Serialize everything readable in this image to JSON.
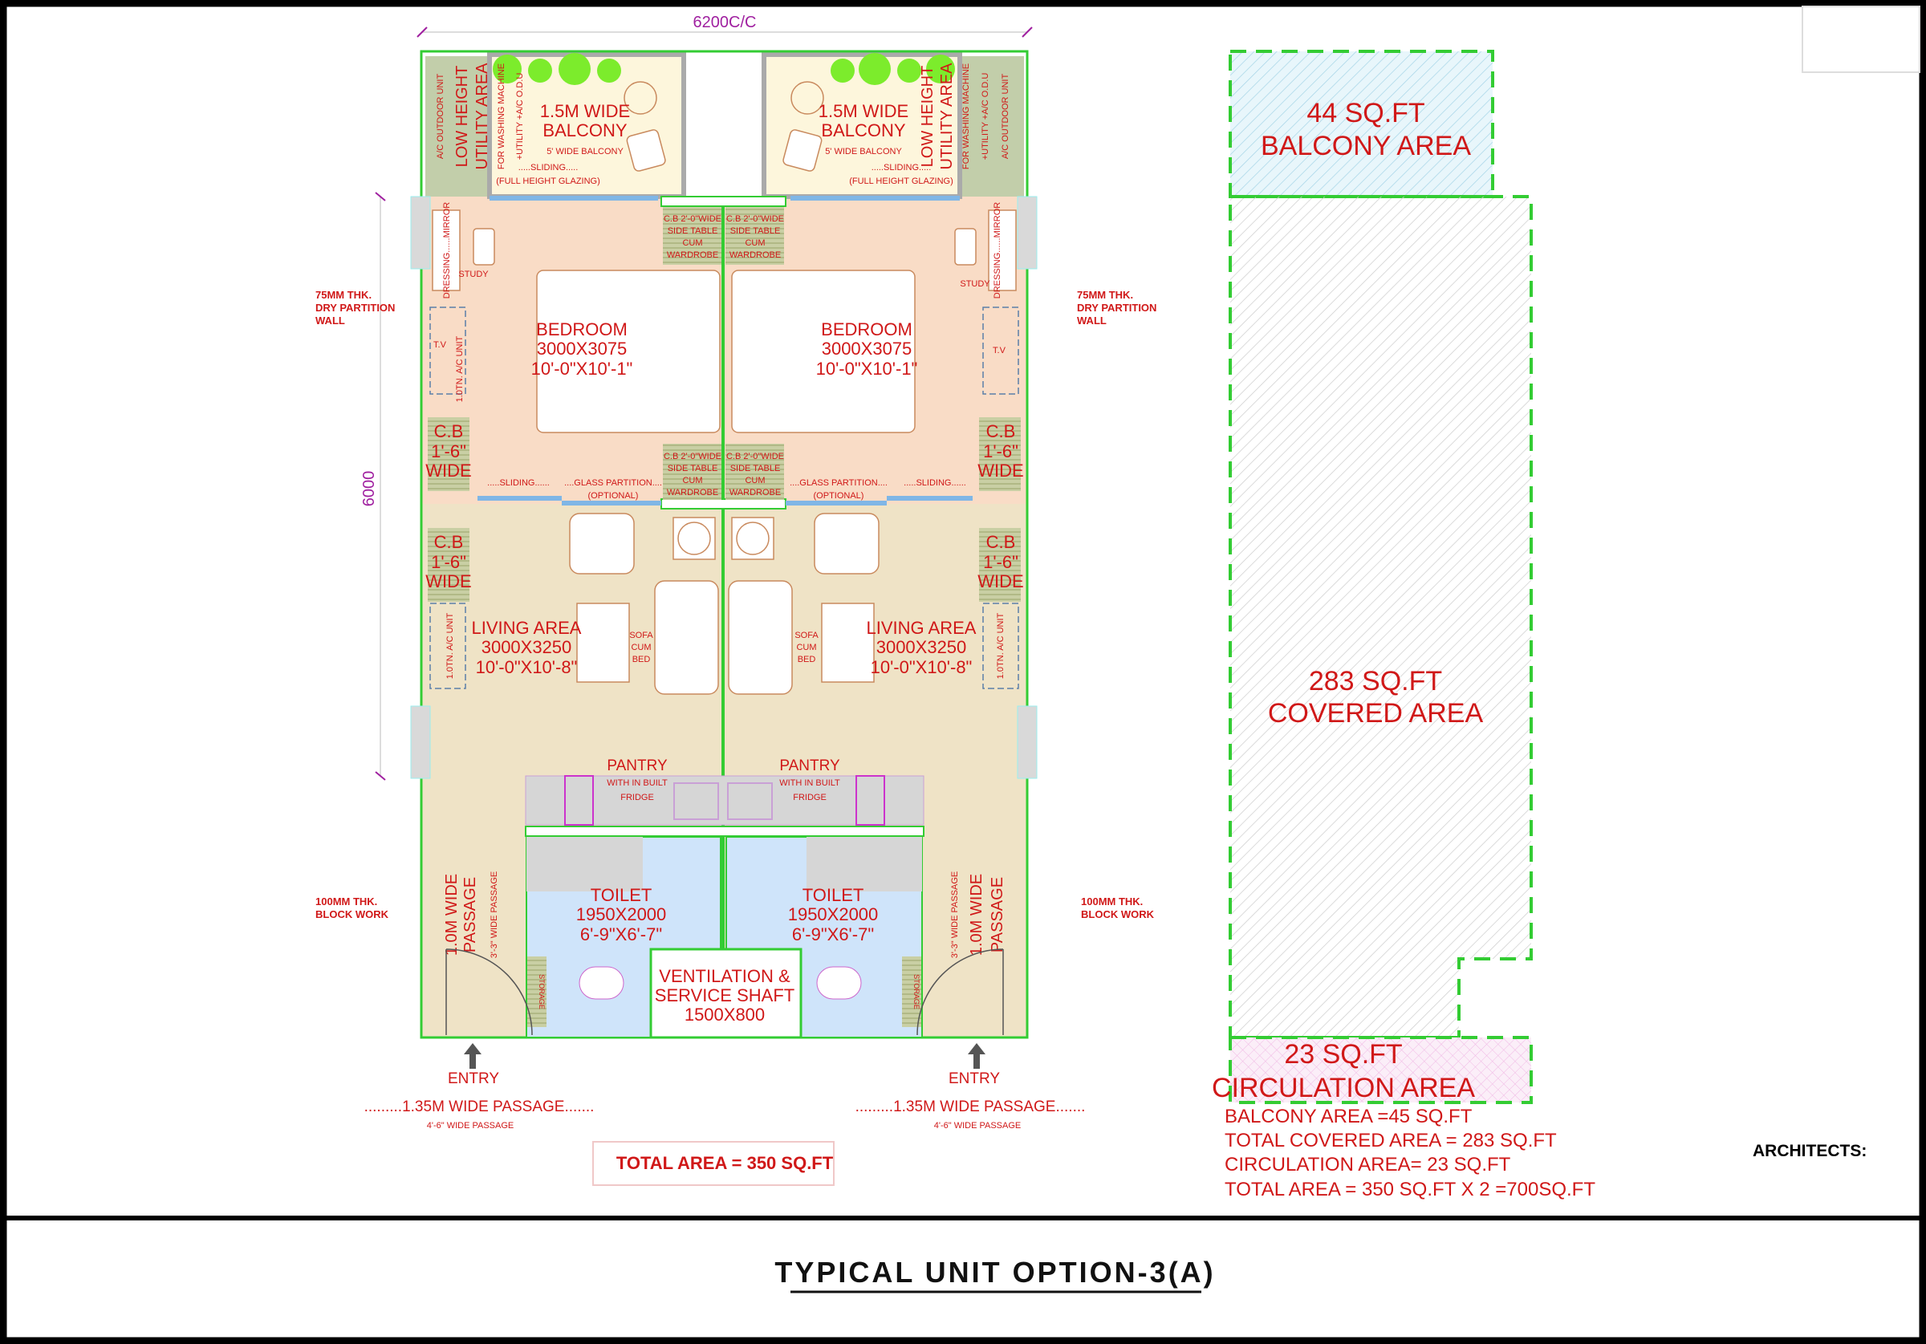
{
  "dimensions": {
    "width_label": "6200C/C",
    "height_label": "6000"
  },
  "side_notes": {
    "partition_wall": [
      "75MM THK.",
      "DRY PARTITION",
      "WALL"
    ],
    "block_work": [
      "100MM THK.",
      "BLOCK WORK"
    ]
  },
  "unit": {
    "balcony": [
      "1.5M WIDE",
      "BALCONY"
    ],
    "balcony_sub": "5' WIDE BALCONY",
    "sliding": ".....SLIDING.....",
    "glazing": "(FULL HEIGHT GLAZING)",
    "utility_low": "LOW HEIGHT",
    "utility_area": "UTILITY AREA",
    "utility_washing": "FOR WASHING MACHINE",
    "utility_odu": "+UTILITY +A/C O.D.U",
    "ac_outdoor": "A/C OUTDOOR UNIT",
    "wardrobe": [
      "C.B 2'-0\"WIDE",
      "SIDE TABLE",
      "CUM",
      "WARDROBE"
    ],
    "dressing": "DRESSING......MIRROR",
    "study": "STUDY",
    "tv": "T.V",
    "ac_unit": "1.0TN. A/C UNIT",
    "bedroom": [
      "BEDROOM",
      "3000X3075",
      "10'-0\"X10'-1\""
    ],
    "cupboard": [
      "C.B",
      "1'-6\"",
      "WIDE"
    ],
    "sliding_partition": ".....SLIDING......",
    "glass_partition": [
      "....GLASS PARTITION....",
      "(OPTIONAL)"
    ],
    "living": [
      "LIVING AREA",
      "3000X3250",
      "10'-0\"X10'-8\""
    ],
    "sofa": [
      "SOFA",
      "CUM",
      "BED"
    ],
    "pantry": [
      "PANTRY",
      "WITH IN BUILT",
      "FRIDGE"
    ],
    "toilet": [
      "TOILET",
      "1950X2000",
      "6'-9\"X6'-7\""
    ],
    "storage": "STORAGE",
    "passage": [
      "1.0M WIDE",
      "PASSAGE"
    ],
    "passage_sub": "3'-3\" WIDE PASSAGE",
    "entry": "ENTRY",
    "corridor": ".........1.35M WIDE PASSAGE.......",
    "corridor_sub": "4'-6\" WIDE PASSAGE"
  },
  "shaft": [
    "VENTILATION &",
    "SERVICE SHAFT",
    "1500X800"
  ],
  "total_area_box": "TOTAL AREA = 350 SQ.FT",
  "area_diagram": {
    "balcony": [
      "44 SQ.FT",
      "BALCONY AREA"
    ],
    "covered": [
      "283 SQ.FT",
      "COVERED AREA"
    ],
    "circulation": [
      "23 SQ.FT",
      "CIRCULATION AREA"
    ]
  },
  "area_notes": [
    "BALCONY AREA =45 SQ.FT",
    "TOTAL COVERED AREA = 283 SQ.FT",
    "CIRCULATION AREA= 23 SQ.FT",
    "TOTAL AREA = 350 SQ.FT X 2 =700SQ.FT"
  ],
  "architects_label": "ARCHITECTS:",
  "title": "TYPICAL UNIT OPTION-3(A)",
  "colors": {
    "label_red": "#d01818",
    "wall_green": "#33cc33",
    "bedroom_peach": "#f9dcc6",
    "living_beige": "#efe3c6",
    "balcony_cream": "#fdf6dc",
    "toilet_blue": "#cfe4fa",
    "dimension_purple": "#a020a0"
  }
}
